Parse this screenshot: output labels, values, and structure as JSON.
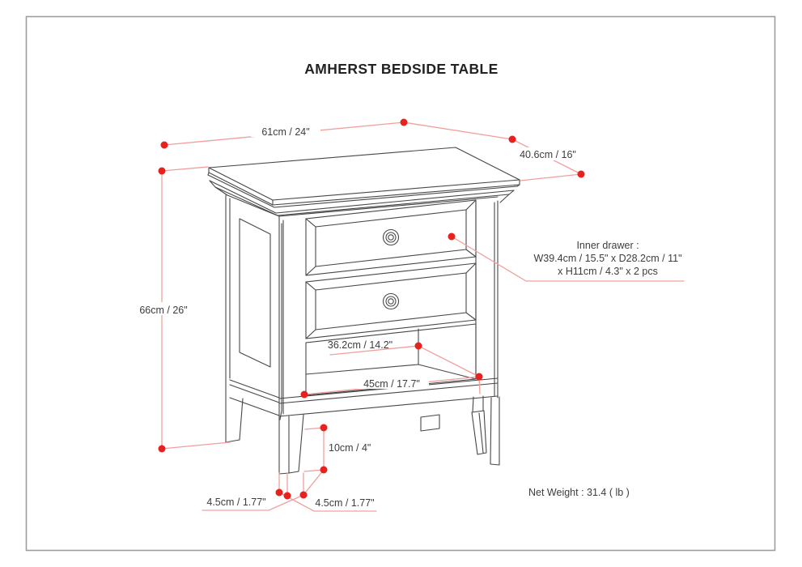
{
  "page": {
    "title": "AMHERST BEDSIDE TABLE",
    "net_weight": "Net Weight : 31.4 ( lb )"
  },
  "dimensions": {
    "top_width": "61cm / 24\"",
    "top_depth": "40.6cm / 16\"",
    "overall_height": "66cm / 26\"",
    "inner_drawer_line1": "Inner drawer :",
    "inner_drawer_line2": "W39.4cm / 15.5\" x D28.2cm / 11\"",
    "inner_drawer_line3": "x H11cm / 4.3\" x 2 pcs",
    "shelf_opening_depth": "36.2cm / 14.2\"",
    "shelf_width": "45cm / 17.7\"",
    "leg_clearance": "10cm / 4\"",
    "leg_side_width": "4.5cm / 1.77\"",
    "leg_front_width": "4.5cm / 1.77\""
  },
  "colors": {
    "dimension_dot": "#e8201e",
    "dimension_line": "#f0a09c",
    "drawing_outline": "#474747",
    "page_border": "#9e9e9e",
    "background": "#ffffff"
  }
}
